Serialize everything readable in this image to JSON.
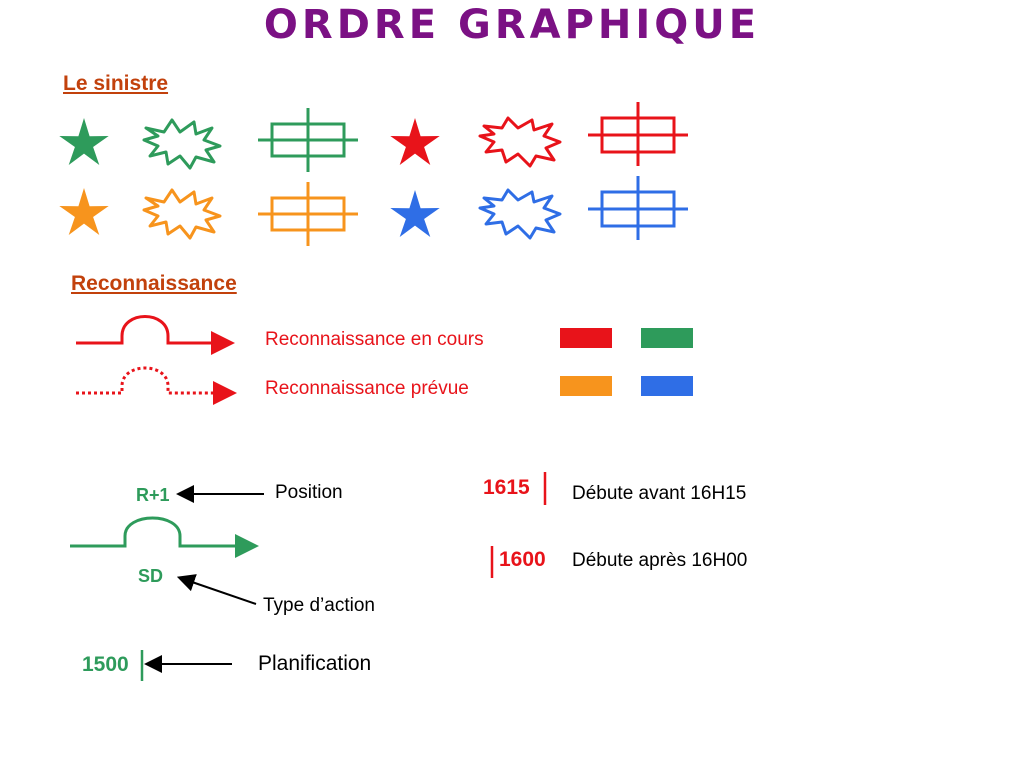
{
  "title": "ORDRE GRAPHIQUE",
  "sinistre": {
    "heading": "Le sinistre",
    "rows": [
      [
        "#2e9b5b",
        "#e8131a"
      ],
      [
        "#f7941d",
        "#2f6ee6"
      ]
    ]
  },
  "reconnaissance": {
    "heading": "Reconnaissance",
    "en_cours": {
      "label": "Reconnaissance en cours",
      "colors": [
        "#e8131a",
        "#2e9b5b"
      ]
    },
    "prevue": {
      "label": "Reconnaissance prévue",
      "colors": [
        "#f7941d",
        "#2f6ee6"
      ]
    }
  },
  "legend": {
    "position_code": "R+1",
    "position_label": "Position",
    "action_code": "SD",
    "action_label": "Type d’action",
    "planning_code": "1500",
    "planning_label": "Planification",
    "before": {
      "code": "1615",
      "label": "Débute avant 16H15"
    },
    "after": {
      "code": "1600",
      "label": "Débute après 16H00"
    }
  },
  "colors": {
    "title": "#7b1184",
    "heading": "#c2410c",
    "green": "#2e9b5b",
    "red": "#e8131a",
    "orange": "#f7941d",
    "blue": "#2f6ee6"
  }
}
